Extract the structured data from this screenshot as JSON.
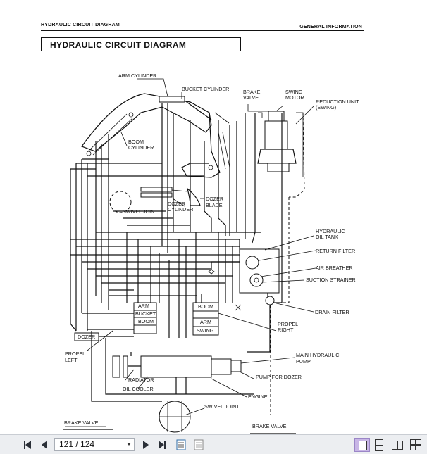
{
  "header": {
    "left": "HYDRAULIC CIRCUIT DIAGRAM",
    "right": "GENERAL INFORMATION"
  },
  "title": "HYDRAULIC CIRCUIT DIAGRAM",
  "labels": {
    "arm_cylinder": "ARM CYLINDER",
    "bucket_cylinder": "BUCKET CYLINDER",
    "brake_valve_top_1": "BRAKE",
    "brake_valve_top_2": "VALVE",
    "swing_motor_1": "SWING",
    "swing_motor_2": "MOTOR",
    "reduction_unit_1": "REDUCTION UNIT",
    "reduction_unit_2": "(SWING)",
    "boom_cylinder_1": "BOOM",
    "boom_cylinder_2": "CYLINDER",
    "dozer_blade_1": "DOZER",
    "dozer_blade_2": "BLADE",
    "dozer_cylinder_1": "DOZER",
    "dozer_cylinder_2": "CYLINDER",
    "swivel_joint_top": "SWIVEL JOINT",
    "hydraulic_oil_tank_1": "HYDRAULIC",
    "hydraulic_oil_tank_2": "OIL TANK",
    "return_filter": "RETURN FILTER",
    "air_breather": "AIR BREATHER",
    "suction_strainer": "SUCTION STRAINER",
    "drain_filter": "DRAIN FILTER",
    "arm_left": "ARM",
    "bucket_left": "BUCKET",
    "boom_left": "BOOM",
    "boom_right": "BOOM",
    "arm_right": "ARM",
    "swing_right": "SWING",
    "propel_right_1": "PROPEL",
    "propel_right_2": "RIGHT",
    "dozer_valve": "DOZER",
    "propel_left_1": "PROPEL",
    "propel_left_2": "LEFT",
    "main_pump_1": "MAIN HYDRAULIC",
    "main_pump_2": "PUMP",
    "pump_for_dozer": "PUMP FOR DOZER",
    "radiator": "RADIATOR",
    "oil_cooler": "OIL COOLER",
    "engine": "ENGINE",
    "swivel_joint_bottom": "SWIVEL JOINT",
    "brake_valve_left": "BRAKE VALVE",
    "brake_valve_right": "BRAKE VALVE"
  },
  "toolbar": {
    "page_indicator": "121 / 124"
  },
  "icons": {
    "first": "first-page-icon",
    "prev": "previous-page-icon",
    "next": "next-page-icon",
    "last": "last-page-icon",
    "view_single": "single-page-view-icon",
    "view_continuous": "continuous-view-icon",
    "view_facing": "facing-pages-icon",
    "view_continuous_facing": "continuous-facing-icon"
  },
  "colors": {
    "toolbar_bg": "#eceef1",
    "active_view": "#c8b6e6"
  }
}
